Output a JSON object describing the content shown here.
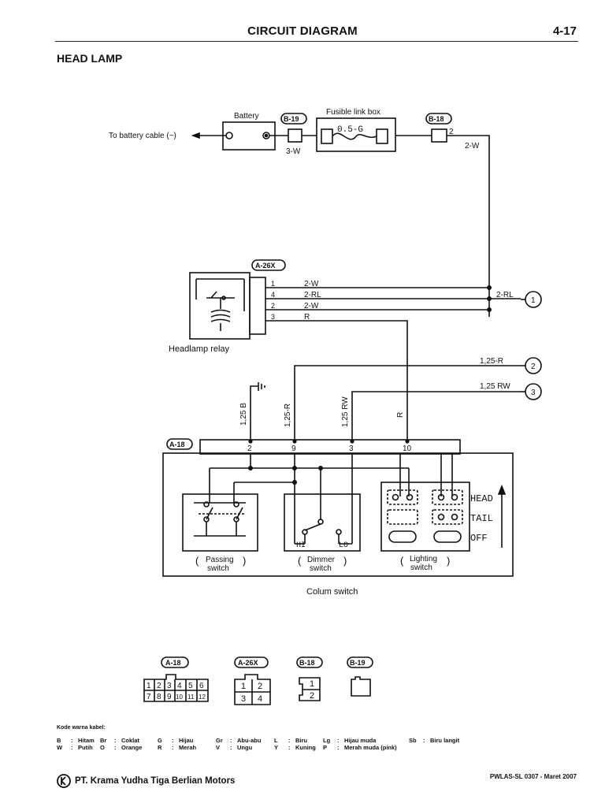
{
  "header": {
    "title": "CIRCUIT DIAGRAM",
    "page_number": "4-17"
  },
  "section_title": "HEAD LAMP",
  "components": {
    "battery": "Battery",
    "fusible_link_box": "Fusible link box",
    "fuse_rating": "0.5-G",
    "battery_cable": "To battery cable (−)",
    "headlamp_relay": "Headlamp relay",
    "passing_switch": [
      "Passing",
      "switch"
    ],
    "dimmer_switch": [
      "Dimmer",
      "switch"
    ],
    "lighting_switch": [
      "Lighting",
      "switch"
    ],
    "colum_switch": "Colum switch",
    "dimmer_hi": "HI",
    "dimmer_lo": "LO",
    "lighting_positions": [
      "HEAD",
      "TAIL",
      "OFF"
    ]
  },
  "connectors": {
    "b19": "B-19",
    "b18": "B-18",
    "a26x": "A-26X",
    "a18": "A-18"
  },
  "wires": {
    "w_3w": "3-W",
    "w_2w_top": "2-W",
    "b18_pin": "2",
    "relay_pins": [
      {
        "pin": "1",
        "wire": "2-W"
      },
      {
        "pin": "4",
        "wire": "2-RL"
      },
      {
        "pin": "2",
        "wire": "2-W"
      },
      {
        "pin": "3",
        "wire": "R"
      }
    ],
    "w_2rl": "2-RL",
    "w_125r_right": "1,25-R",
    "w_125rw_right": "1,25 RW",
    "vert_125b": "1,25 B",
    "vert_125r": "1,25-R",
    "vert_125rw": "1,25 RW",
    "vert_r": "R",
    "a18_pins": [
      "2",
      "9",
      "3",
      "10"
    ]
  },
  "terminals": [
    "1",
    "2",
    "3"
  ],
  "connector_faces": {
    "a18_label": "A-18",
    "a18_cells_top": [
      "1",
      "2",
      "3",
      "4",
      "5",
      "6"
    ],
    "a18_cells_bottom": [
      "7",
      "8",
      "9",
      "10",
      "11",
      "12"
    ],
    "a26x_label": "A-26X",
    "a26x_cells": [
      "1",
      "2",
      "3",
      "4"
    ],
    "b18_label": "B-18",
    "b18_cells": [
      "1",
      "2"
    ],
    "b19_label": "B-19"
  },
  "legend": {
    "title": "Kode warna kabel:",
    "items": [
      [
        "B",
        ":",
        "Hitam"
      ],
      [
        "Br",
        ":",
        "Coklat"
      ],
      [
        "G",
        ":",
        "Hijau"
      ],
      [
        "Gr",
        ":",
        "Abu-abu"
      ],
      [
        "L",
        ":",
        "Biru"
      ],
      [
        "Lg",
        ":",
        "Hijau muda"
      ],
      [
        "Sb",
        ":",
        "Biru langit"
      ],
      [
        "W",
        ":",
        "Putih"
      ],
      [
        "O",
        ":",
        "Orange"
      ],
      [
        "R",
        ":",
        "Merah"
      ],
      [
        "V",
        ":",
        "Ungu"
      ],
      [
        "Y",
        ":",
        "Kuning"
      ],
      [
        "P",
        ":",
        "Merah muda (pink)"
      ]
    ]
  },
  "footer": {
    "company": "PT. Krama Yudha Tiga Berlian Motors",
    "doc_ref": "PWLAS-SL 0307 - Maret 2007"
  }
}
